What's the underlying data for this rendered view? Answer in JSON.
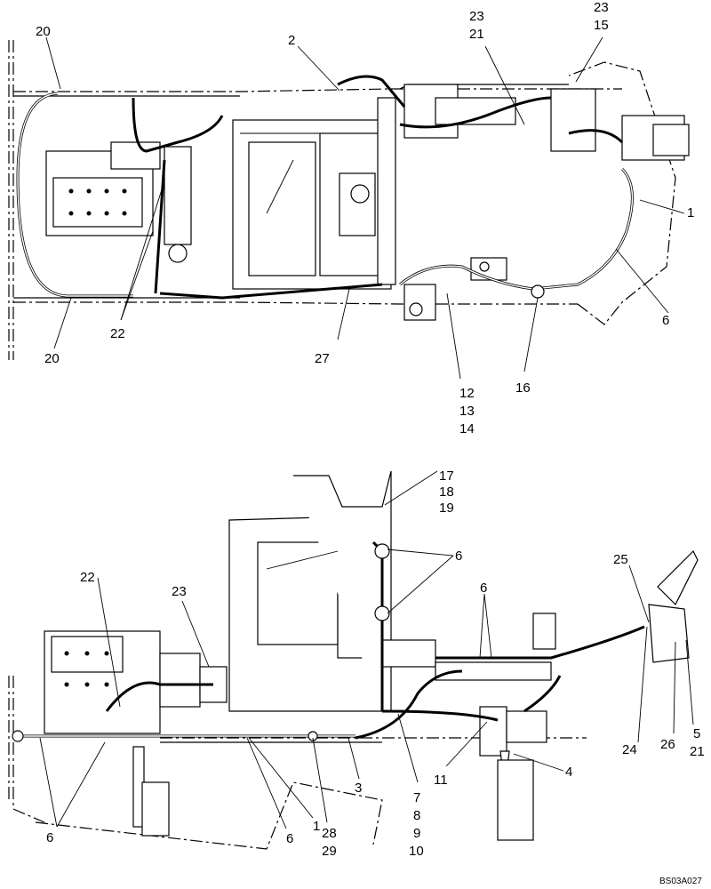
{
  "top_view": {
    "callouts": [
      {
        "id": "t20a",
        "label": "20"
      },
      {
        "id": "t2",
        "label": "2"
      },
      {
        "id": "t23a",
        "label": "23"
      },
      {
        "id": "t21a",
        "label": "21"
      },
      {
        "id": "t23b",
        "label": "23"
      },
      {
        "id": "t15",
        "label": "15"
      },
      {
        "id": "t1",
        "label": "1"
      },
      {
        "id": "t6",
        "label": "6"
      },
      {
        "id": "t22",
        "label": "22"
      },
      {
        "id": "t20b",
        "label": "20"
      },
      {
        "id": "t27",
        "label": "27"
      },
      {
        "id": "t12",
        "label": "12"
      },
      {
        "id": "t13",
        "label": "13"
      },
      {
        "id": "t14",
        "label": "14"
      },
      {
        "id": "t16",
        "label": "16"
      }
    ]
  },
  "side_view": {
    "callouts": [
      {
        "id": "s17",
        "label": "17"
      },
      {
        "id": "s18",
        "label": "18"
      },
      {
        "id": "s19",
        "label": "19"
      },
      {
        "id": "s6a",
        "label": "6"
      },
      {
        "id": "s25",
        "label": "25"
      },
      {
        "id": "s6b",
        "label": "6"
      },
      {
        "id": "s22",
        "label": "22"
      },
      {
        "id": "s23",
        "label": "23"
      },
      {
        "id": "s24",
        "label": "24"
      },
      {
        "id": "s26",
        "label": "26"
      },
      {
        "id": "s5",
        "label": "5"
      },
      {
        "id": "s21",
        "label": "21"
      },
      {
        "id": "s4",
        "label": "4"
      },
      {
        "id": "s11",
        "label": "11"
      },
      {
        "id": "s7",
        "label": "7"
      },
      {
        "id": "s8",
        "label": "8"
      },
      {
        "id": "s9",
        "label": "9"
      },
      {
        "id": "s10",
        "label": "10"
      },
      {
        "id": "s3",
        "label": "3"
      },
      {
        "id": "s28",
        "label": "28"
      },
      {
        "id": "s29",
        "label": "29"
      },
      {
        "id": "s1",
        "label": "1"
      },
      {
        "id": "s6c",
        "label": "6"
      },
      {
        "id": "s6d",
        "label": "6"
      }
    ]
  },
  "drawing_code": "BS03A027"
}
